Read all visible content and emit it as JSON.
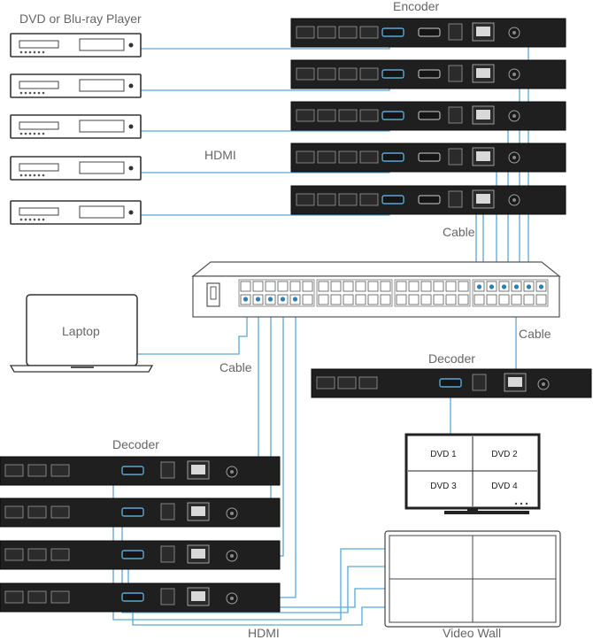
{
  "labels": {
    "player": "DVD or Blu-ray Player",
    "encoder": "Encoder",
    "hdmi_top": "HDMI",
    "cable_top": "Cable",
    "laptop": "Laptop",
    "cable_right": "Cable",
    "cable_left": "Cable",
    "decoder_right": "Decoder",
    "decoder_left": "Decoder",
    "hdmi_bottom": "HDMI",
    "video_wall": "Video Wall"
  },
  "monitor": {
    "quadrants": [
      "DVD 1",
      "DVD 2",
      "DVD 3",
      "DVD 4"
    ]
  },
  "colors": {
    "cable": "#5aa8d6",
    "device": "#1f1f1f",
    "label": "#666666"
  }
}
